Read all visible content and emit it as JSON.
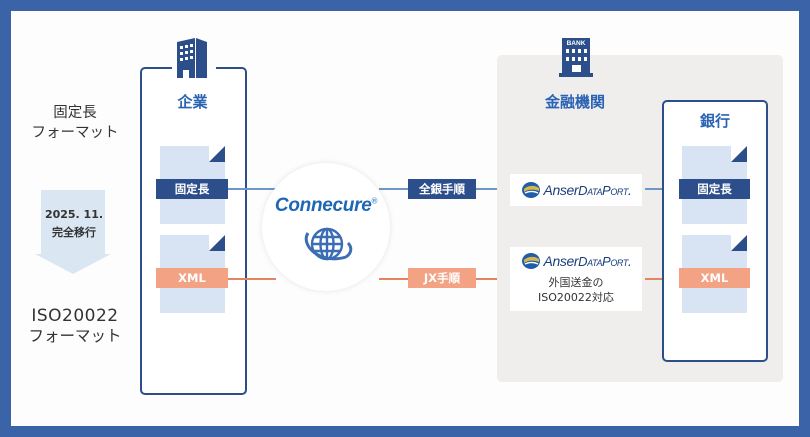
{
  "left_column": {
    "before_label_line1": "固定長",
    "before_label_line2": "フォーマット",
    "migration_date": "2025. 11.",
    "migration_text": "完全移行",
    "after_label_line1": "ISO20022",
    "after_label_line2": "フォーマット"
  },
  "corporate": {
    "heading": "企業",
    "icon": "office-building-icon",
    "documents": [
      {
        "label": "固定長",
        "color": "#2c4f8c"
      },
      {
        "label": "XML",
        "color": "#f3a283"
      }
    ]
  },
  "hub": {
    "brand": "Connecure",
    "registered_mark": "®",
    "icon": "globe-icon"
  },
  "routes": [
    {
      "label": "全銀手順",
      "color": "#2c4f8c",
      "line_color": "#6c98c7"
    },
    {
      "label": "JX手順",
      "color": "#f3a283",
      "line_color": "#e3865f"
    }
  ],
  "financial_institution": {
    "heading": "金融機関",
    "icon": "bank-building-icon",
    "icon_label": "BANK",
    "gateways": [
      {
        "brand_a": "Anser",
        "brand_b": "DataPort",
        "subtitle": ""
      },
      {
        "brand_a": "Anser",
        "brand_b": "DataPort",
        "subtitle_line1": "外国送金の",
        "subtitle_line2": "ISO20022対応"
      }
    ],
    "bank": {
      "heading": "銀行",
      "documents": [
        {
          "label": "固定長",
          "color": "#2c4f8c"
        },
        {
          "label": "XML",
          "color": "#f3a283"
        }
      ]
    }
  },
  "colors": {
    "frame": "#3a63a8",
    "navy": "#2c4f8c",
    "accent_blue": "#2a62b4",
    "orange": "#f3a283",
    "doc_fill": "#d8e4f3",
    "panel": "#f0eeec"
  }
}
